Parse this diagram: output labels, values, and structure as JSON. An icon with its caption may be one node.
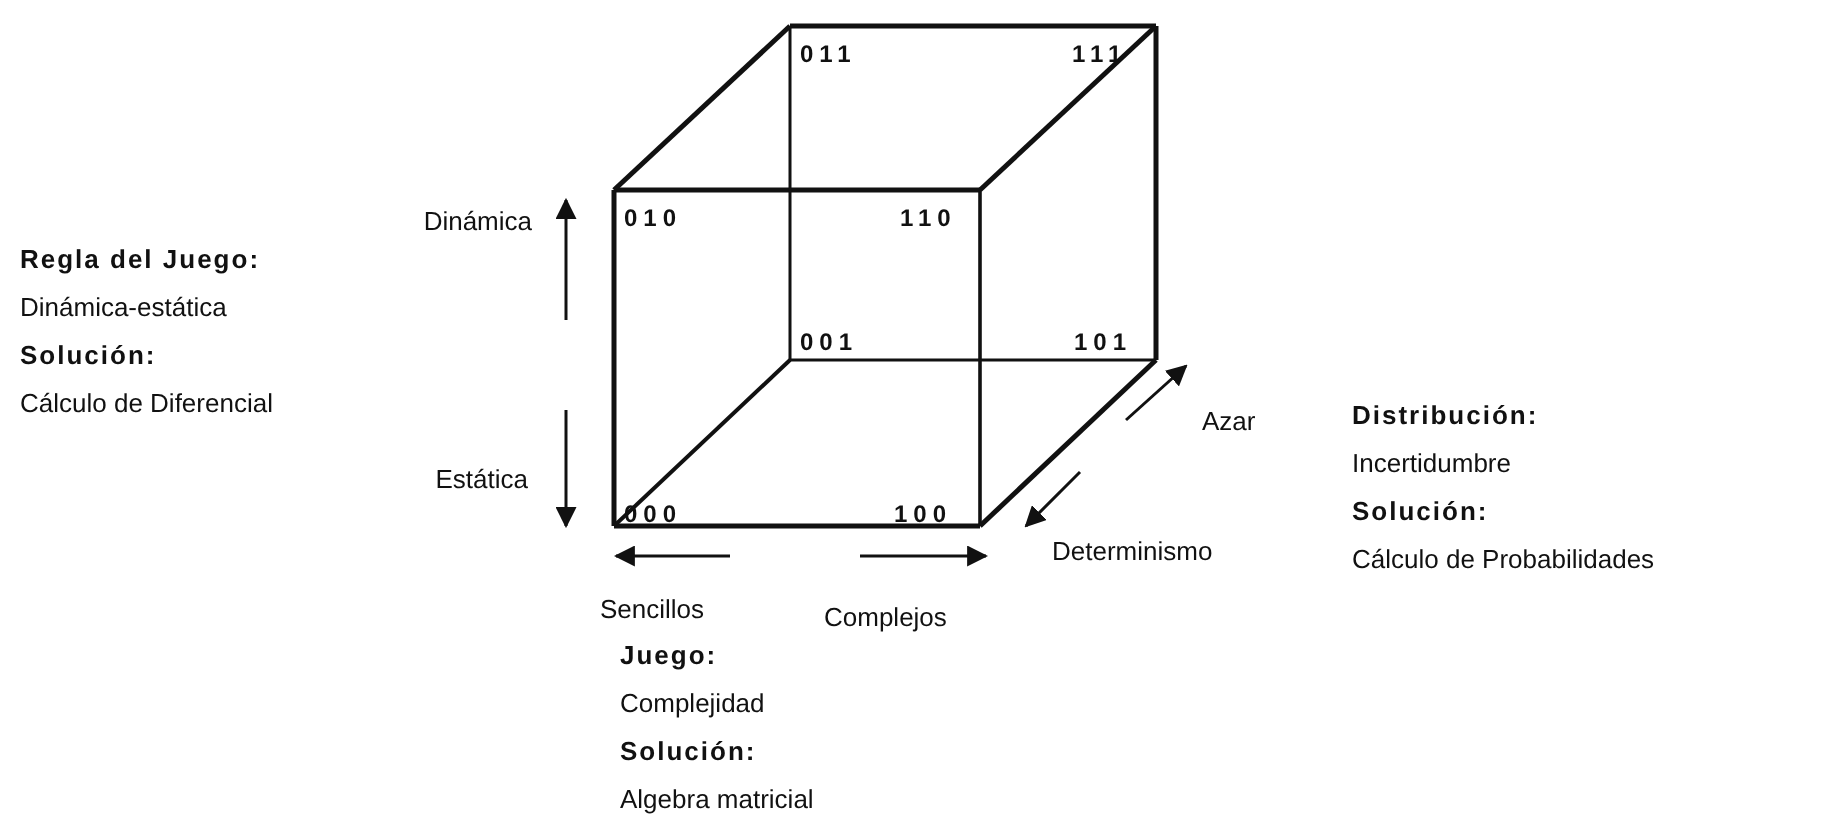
{
  "diagram": {
    "labels": [
      "011",
      "111",
      "Dinámica",
      "010",
      "110",
      "Regla del Juego:",
      "Dinámica-estática",
      "Solución:",
      "Cálculo de Diferencial",
      "001",
      "101",
      "Azar",
      "Distribución:",
      "Incertidumbre",
      "Solución:",
      "Cálculo de Probabilidades",
      "Estática",
      "000",
      "100",
      "Determinismo",
      "Sencillos",
      "Complejos",
      "Juego:",
      "Complejidad",
      "Solución:",
      "Algebra matricial"
    ]
  }
}
